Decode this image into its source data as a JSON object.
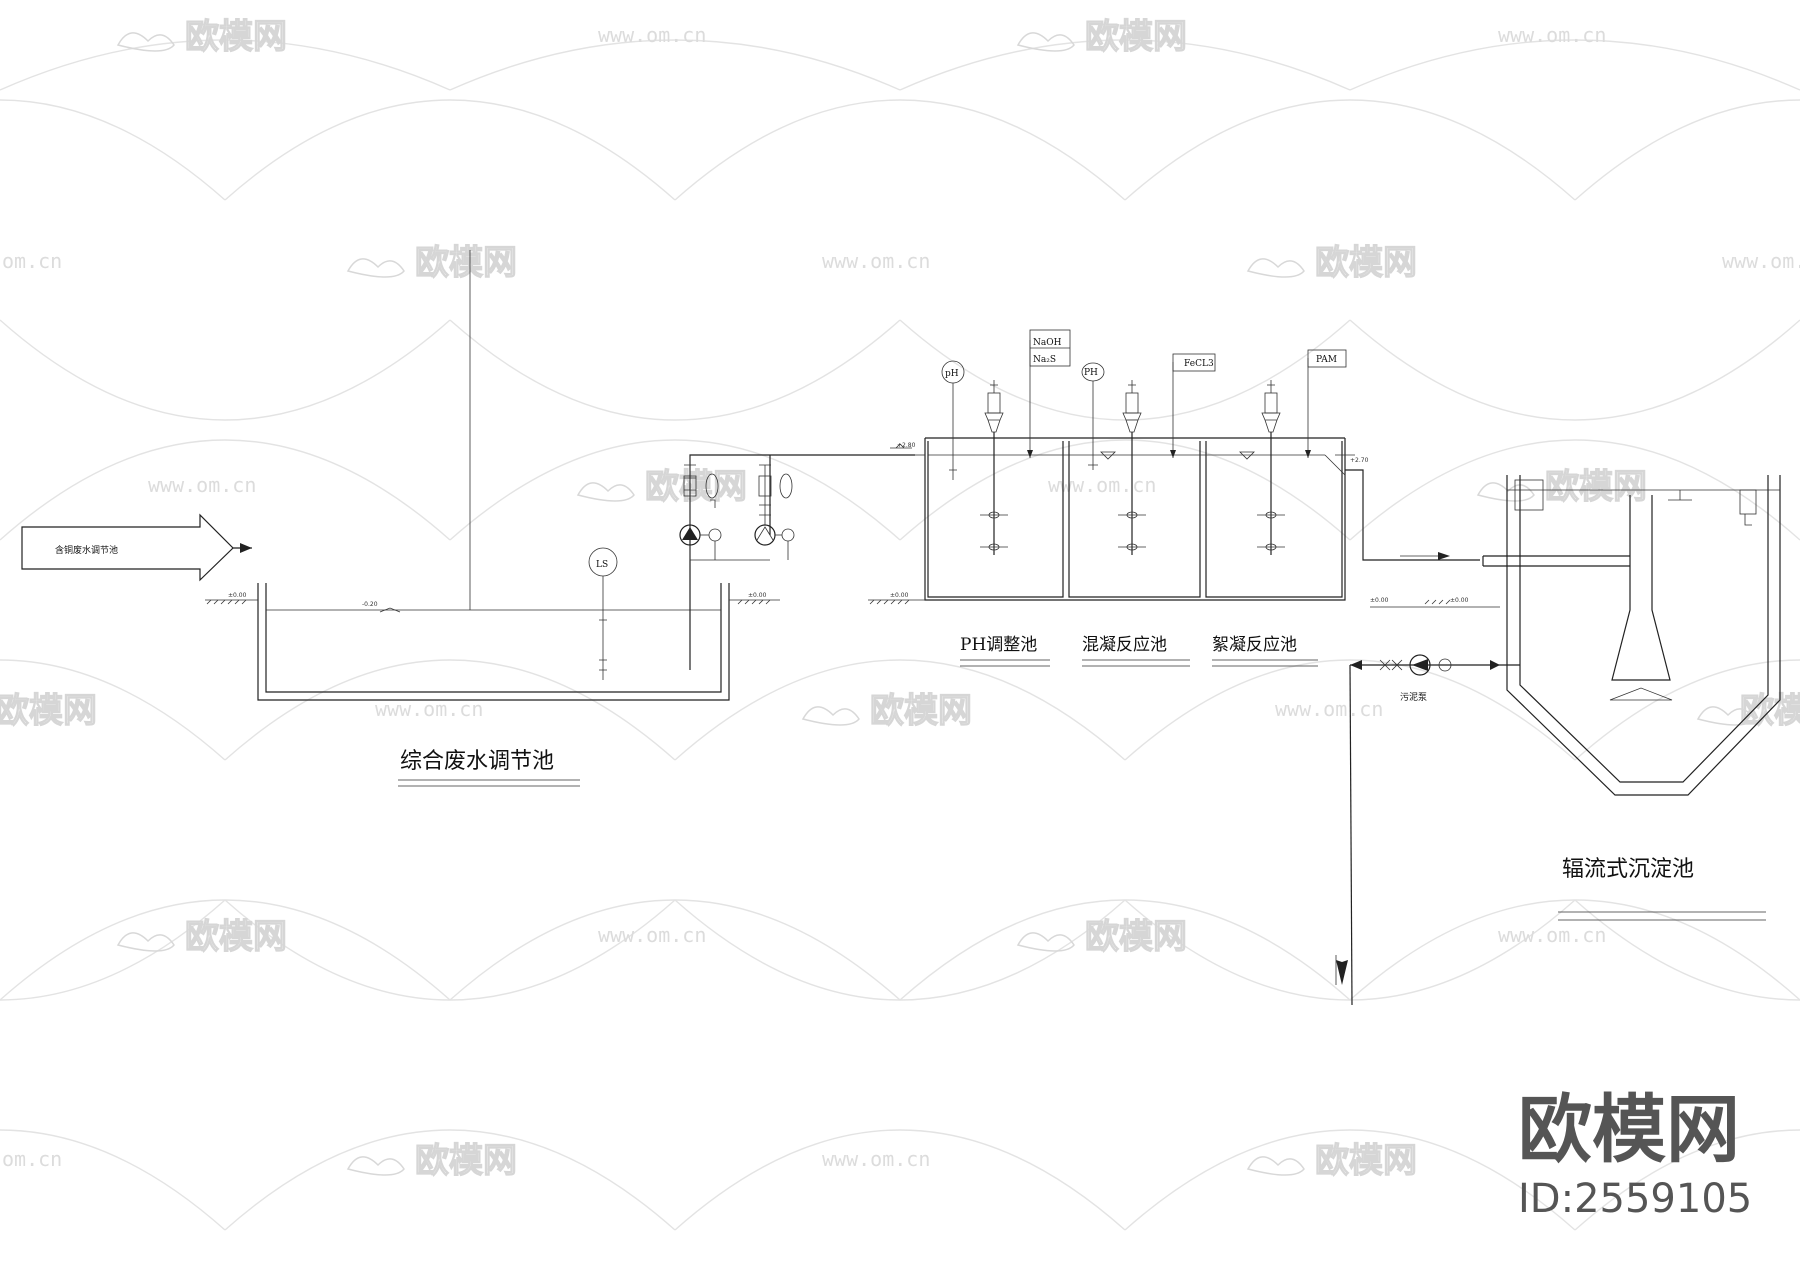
{
  "labels": {
    "inlet_arrow": "含铜废水调节池",
    "tank_equalization": "综合废水调节池",
    "tank_ph": "PH调整池",
    "tank_coagulation": "混凝反应池",
    "tank_flocculation": "絮凝反应池",
    "tank_clarifier": "辐流式沉淀池",
    "sludge_pump": "污泥泵",
    "level_switch": "LS",
    "ph_meter_1": "pH",
    "ph_meter_2": "PH",
    "chem_naoh": "NaOH",
    "chem_na2s": "Na₂S",
    "chem_fecl3": "FeCL3",
    "chem_pam": "PAM",
    "level_000_a": "±0.00",
    "level_000_b": "±0.00",
    "level_000_c": "±0.00",
    "level_000_d": "±0.00",
    "level_000_e": "±0.00",
    "level_neg": "-0.20",
    "level_ph_top": "+2.80",
    "level_outlet": "+2.70"
  },
  "watermark": {
    "brand": "欧模网",
    "url": "www.om.cn",
    "url_partial": "om.cn",
    "id": "ID:2559105"
  },
  "colors": {
    "line": "#222222",
    "watermark": "#d6d6d6",
    "logo_text": "#555555"
  }
}
